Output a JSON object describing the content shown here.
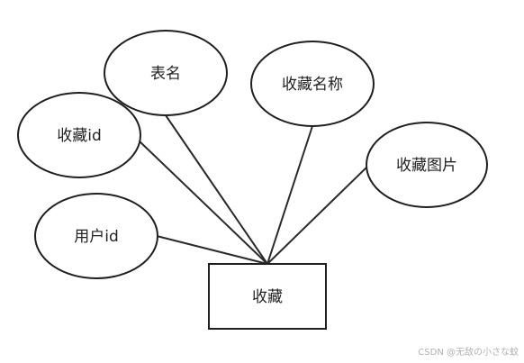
{
  "diagram": {
    "type": "er-diagram",
    "entity": {
      "id": "favorite",
      "label": "收藏"
    },
    "attributes": [
      {
        "id": "table-name",
        "label": "表名"
      },
      {
        "id": "favorite-name",
        "label": "收藏名称"
      },
      {
        "id": "favorite-id",
        "label": "收藏id"
      },
      {
        "id": "favorite-image",
        "label": "收藏图片"
      },
      {
        "id": "user-id",
        "label": "用户id"
      }
    ],
    "links": [
      {
        "from": "table-name",
        "to": "favorite"
      },
      {
        "from": "favorite-name",
        "to": "favorite"
      },
      {
        "from": "favorite-id",
        "to": "favorite"
      },
      {
        "from": "favorite-image",
        "to": "favorite"
      },
      {
        "from": "user-id",
        "to": "favorite"
      }
    ]
  },
  "watermark": "CSDN @无敌の小さな蚊"
}
